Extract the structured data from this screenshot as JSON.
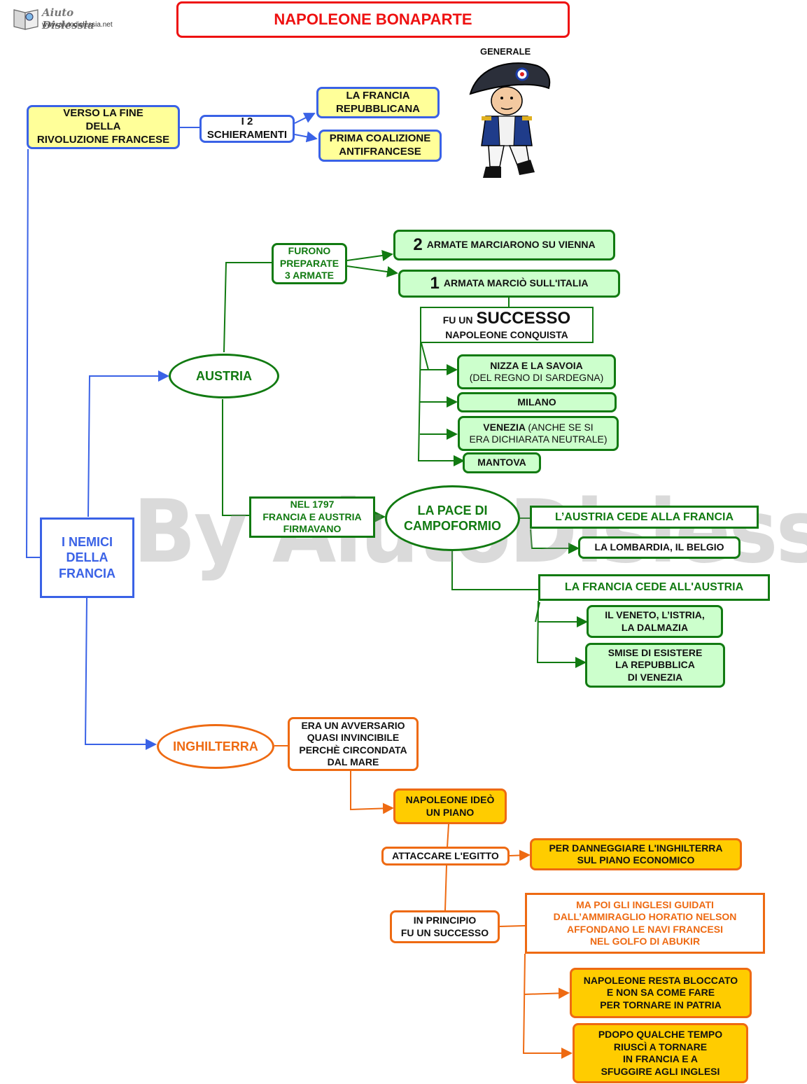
{
  "logo": {
    "name": "Aiuto Dislessia",
    "url": "www.aiutodislessia.net"
  },
  "title": "NAPOLEONE BONAPARTE",
  "watermark": "By AiutoDislessia.net",
  "illustration": {
    "caption": "GENERALE"
  },
  "top": {
    "end_revolution": [
      "VERSO LA FINE",
      "DELLA",
      "RIVOLUZIONE FRANCESE"
    ],
    "sides": [
      "I 2",
      "SCHIERAMENTI"
    ],
    "republic": [
      "LA FRANCIA",
      "REPUBBLICANA"
    ],
    "coalition": [
      "PRIMA COALIZIONE",
      "ANTIFRANCESE"
    ]
  },
  "center": {
    "enemies": [
      "I NEMICI",
      "DELLA",
      "FRANCIA"
    ]
  },
  "austria": {
    "label": "AUSTRIA",
    "armies": [
      "FURONO",
      "PREPARATE",
      "3 ARMATE"
    ],
    "vienna_num": "2",
    "vienna_text": "ARMATE MARCIARONO SU VIENNA",
    "italy_num": "1",
    "italy_text": "ARMATA MARCIÒ SULL'ITALIA",
    "success_pre": "FU UN",
    "success_big": "SUCCESSO",
    "success_sub": "NAPOLEONE CONQUISTA",
    "nizza_bold": "NIZZA E LA SAVOIA",
    "nizza_rest": "(DEL REGNO  DI SARDEGNA)",
    "milano": "MILANO",
    "venezia_bold": "VENEZIA",
    "venezia_rest1": "(ANCHE SE SI",
    "venezia_rest2": "ERA DICHIARATA NEUTRALE)",
    "mantova": "MANTOVA",
    "treaty": [
      "NEL 1797",
      "FRANCIA E AUSTRIA",
      "FIRMAVANO"
    ],
    "peace": [
      "LA PACE DI",
      "CAMPOFORMIO"
    ],
    "austria_cedes": "L’AUSTRIA CEDE  ALLA FRANCIA",
    "lombardy": "LA LOMBARDIA, IL BELGIO",
    "france_cedes": "LA FRANCIA CEDE ALL'AUSTRIA",
    "veneto": [
      "IL VENETO, L’ISTRIA,",
      "LA DALMAZIA"
    ],
    "venice_end": [
      "SMISE DI ESISTERE",
      "LA  REPUBBLICA",
      "DI VENEZIA"
    ]
  },
  "england": {
    "label": "INGHILTERRA",
    "adversary": [
      "ERA UN AVVERSARIO",
      "QUASI INVINCIBILE",
      "PERCHÈ CIRCONDATA",
      "DAL MARE"
    ],
    "plan": [
      "NAPOLEONE IDEÒ",
      "UN PIANO"
    ],
    "egypt": "ATTACCARE L'EGITTO",
    "damage": [
      "PER DANNEGGIARE L'INGHILTERRA",
      "SUL PIANO ECONOMICO"
    ],
    "success": [
      "IN PRINCIPIO",
      "FU UN SUCCESSO"
    ],
    "nelson": [
      "MA POI GLI INGLESI  GUIDATI",
      "DALL’AMMIRAGLIO HORATIO NELSON",
      "AFFONDANO LE NAVI FRANCESI",
      "NEL GOLFO DI ABUKIR"
    ],
    "blocked": [
      "NAPOLEONE RESTA BLOCCATO",
      "E NON SA COME FARE",
      "PER TORNARE IN PATRIA"
    ],
    "escape": [
      "PDOPO QUALCHE TEMPO",
      "RIUSCÌ A TORNARE",
      "IN FRANCIA E A",
      "SFUGGIRE AGLI INGLESI"
    ]
  }
}
